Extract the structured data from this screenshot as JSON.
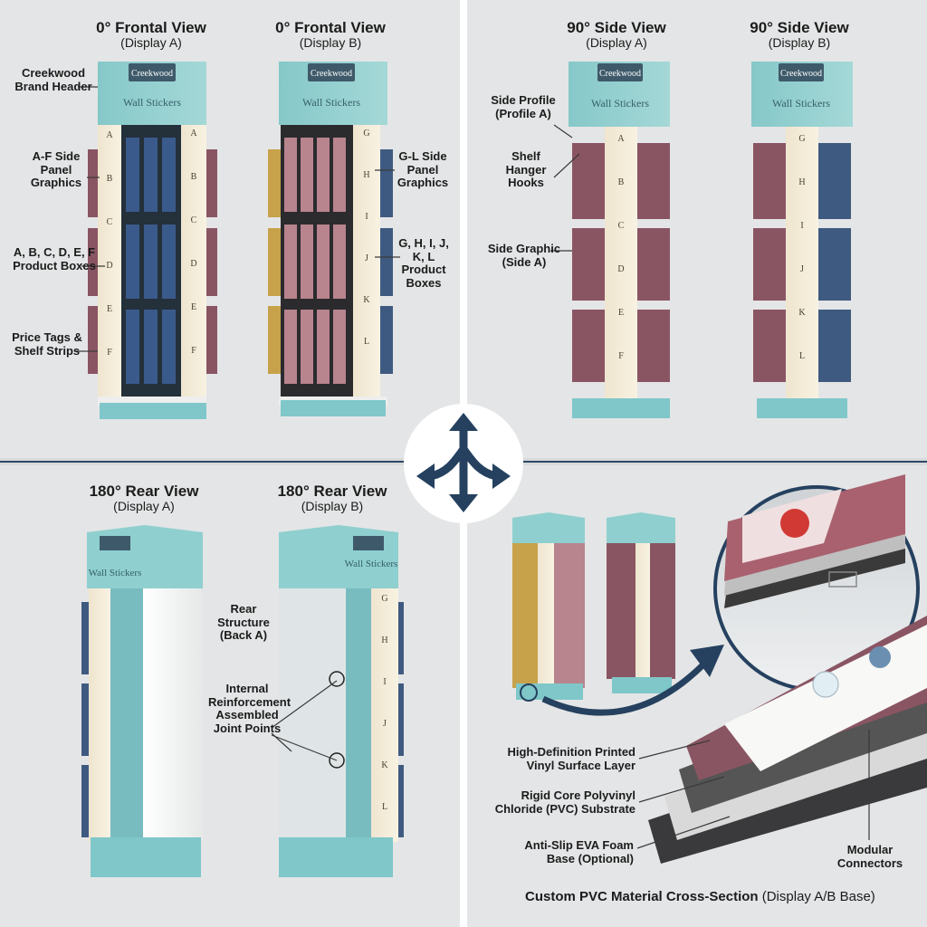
{
  "brand": {
    "name": "Creekwood",
    "product": "Wall Stickers"
  },
  "views": {
    "frontal_a": {
      "title": "0° Frontal View",
      "sub": "(Display A)"
    },
    "frontal_b": {
      "title": "0° Frontal View",
      "sub": "(Display B)"
    },
    "side_a": {
      "title": "90° Side View",
      "sub": "(Display A)"
    },
    "side_b": {
      "title": "90° Side View",
      "sub": "(Display B)"
    },
    "rear_a": {
      "title": "180° Rear View",
      "sub": "(Display A)"
    },
    "rear_b": {
      "title": "180° Rear View",
      "sub": "(Display B)"
    }
  },
  "labels": {
    "brand_header": "Creekwood Brand Header",
    "af_panel": "A-F Side Panel Graphics",
    "af_boxes": "A, B, C, D, E, F Product Boxes",
    "price_tags": "Price Tags & Shelf Strips",
    "gl_panel": "G-L Side Panel Graphics",
    "gl_boxes": "G, H, I, J, K, L Product Boxes",
    "side_profile": "Side Profile (Profile A)",
    "hanger_hooks": "Shelf Hanger Hooks",
    "side_graphic": "Side Graphic (Side A)",
    "rear_structure": "Rear Structure (Back A)",
    "reinforcement": "Internal Reinforcement Assembled Joint Points",
    "vinyl_layer": "High-Definition Printed Vinyl Surface Layer",
    "pvc_core": "Rigid Core Polyvinyl Chloride (PVC) Substrate",
    "eva_base": "Anti-Slip EVA Foam Base (Optional)",
    "connectors": "Modular Connectors"
  },
  "letters_af": [
    "A",
    "B",
    "C",
    "D",
    "E",
    "F"
  ],
  "letters_gl": [
    "G",
    "H",
    "I",
    "J",
    "K",
    "L"
  ],
  "caption": {
    "main": "Custom PVC Material Cross-Section",
    "suffix": "(Display A/B Base)"
  },
  "colors": {
    "teal": "#8fcfcf",
    "cream": "#f4ecd8",
    "mauve": "#8a5563",
    "navy": "#3f5a80",
    "gold": "#c7a24a",
    "rose": "#b8848e",
    "base": "#7fc7c9",
    "arrow": "#25415f"
  }
}
